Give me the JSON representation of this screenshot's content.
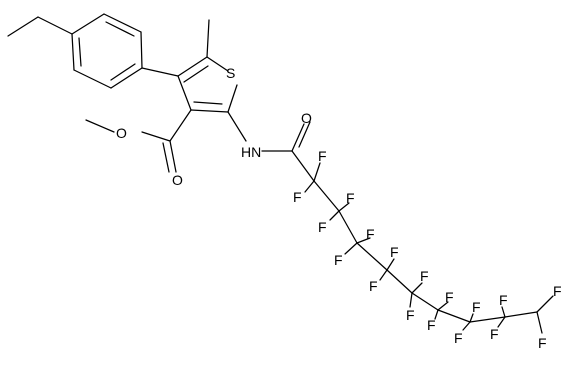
{
  "atoms": [
    {
      "id": "S",
      "label": "S"
    },
    {
      "id": "HN",
      "label": "HN"
    },
    {
      "id": "O1",
      "label": "O"
    },
    {
      "id": "O2",
      "label": "O"
    },
    {
      "id": "O3",
      "label": "O"
    },
    {
      "id": "F1",
      "label": "F"
    },
    {
      "id": "F2",
      "label": "F"
    },
    {
      "id": "F3",
      "label": "F"
    },
    {
      "id": "F4",
      "label": "F"
    },
    {
      "id": "F5",
      "label": "F"
    },
    {
      "id": "F6",
      "label": "F"
    },
    {
      "id": "F7",
      "label": "F"
    },
    {
      "id": "F8",
      "label": "F"
    },
    {
      "id": "F9",
      "label": "F"
    },
    {
      "id": "F10",
      "label": "F"
    },
    {
      "id": "F11",
      "label": "F"
    },
    {
      "id": "F12",
      "label": "F"
    },
    {
      "id": "F13",
      "label": "F"
    },
    {
      "id": "F14",
      "label": "F"
    },
    {
      "id": "F15",
      "label": "F"
    },
    {
      "id": "F16",
      "label": "F"
    }
  ]
}
